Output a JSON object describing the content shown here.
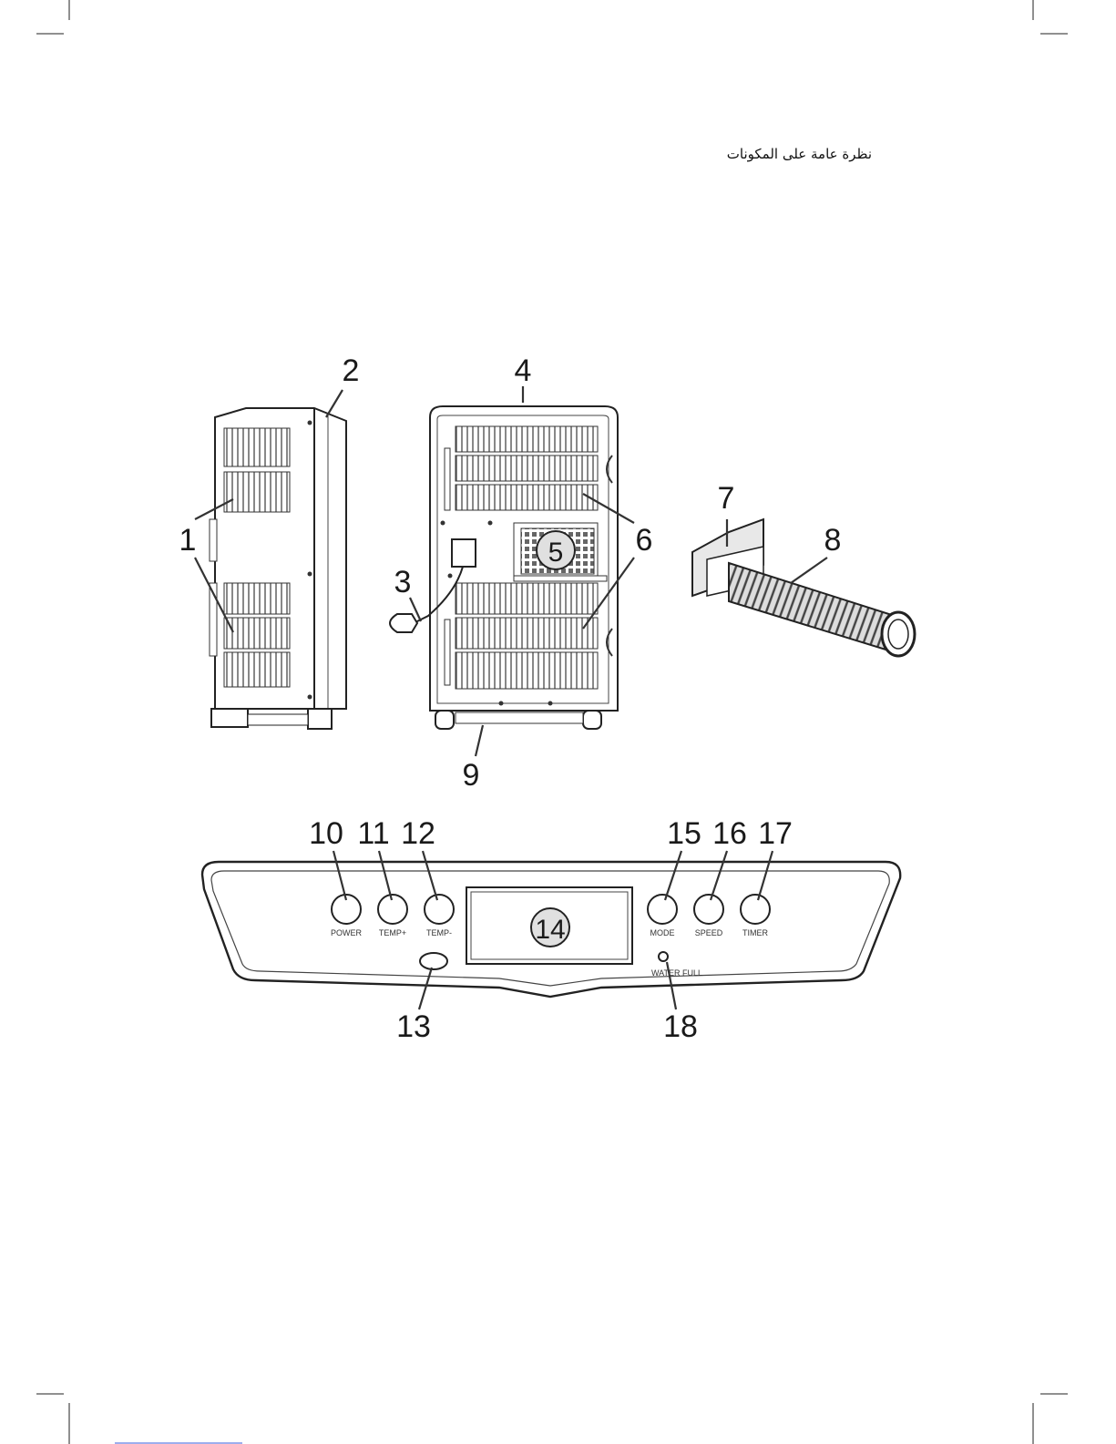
{
  "heading": "نظرة عامة على المكونات",
  "callouts": [
    "1",
    "2",
    "3",
    "4",
    "5",
    "6",
    "7",
    "8",
    "9",
    "10",
    "11",
    "12",
    "13",
    "14",
    "15",
    "16",
    "17",
    "18"
  ],
  "panel_buttons": {
    "power": "POWER",
    "temp_plus": "TEMP+",
    "temp_minus": "TEMP-",
    "mode": "MODE",
    "speed": "SPEED",
    "timer": "TIMER"
  },
  "indicator": {
    "water_full": "WATER FULL"
  },
  "colors": {
    "ink": "#1a1a1a",
    "grille": "#555555",
    "page": "#ffffff",
    "link_underline": "#3b5bdb"
  }
}
